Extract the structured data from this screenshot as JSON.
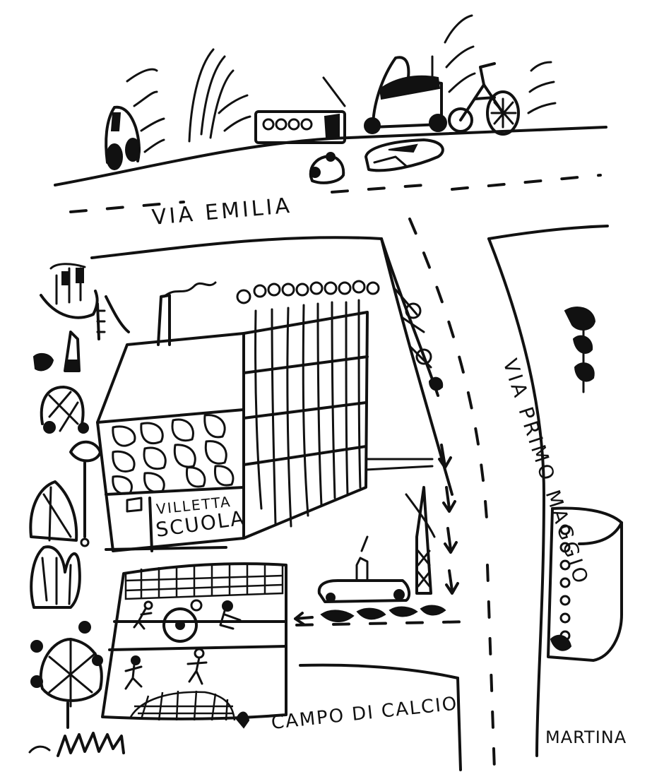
{
  "labels": {
    "street_top": "VIA EMILIA",
    "street_right": "VIA PRIMO MAGGIO",
    "school_line1": "VILLETTA",
    "school_line2": "SCUOLA",
    "football_field": "CAMPO DI CALCIO",
    "signature": "MARTINA"
  },
  "icons": [
    "tree-icon",
    "bus-icon",
    "car-icon",
    "tractor-icon",
    "bicycle-icon",
    "boat-icon",
    "slide-icon",
    "flower-icon",
    "person-icon",
    "arrow-icon",
    "goal-net-icon"
  ]
}
